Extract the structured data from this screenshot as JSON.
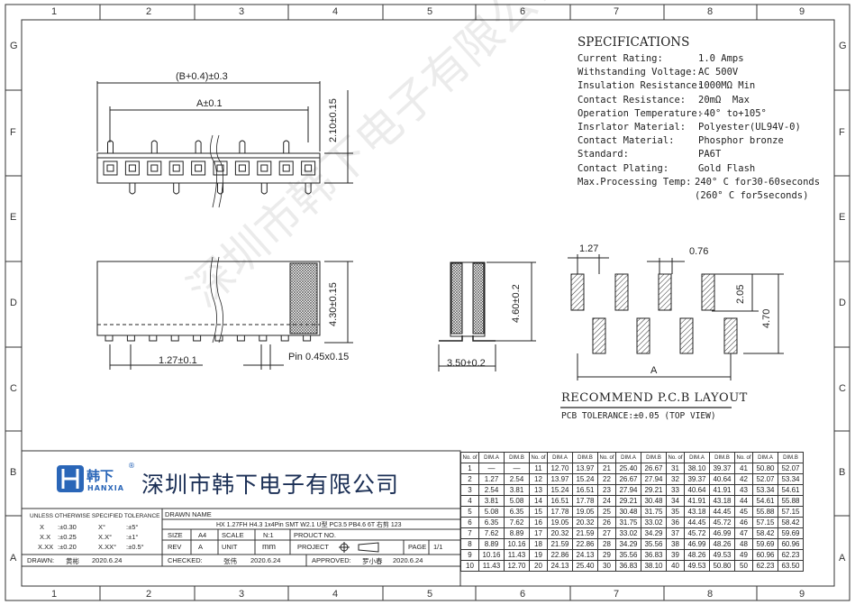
{
  "ruler": {
    "columns": [
      "1",
      "2",
      "3",
      "4",
      "5",
      "6",
      "7",
      "8",
      "9"
    ],
    "rows": [
      "G",
      "F",
      "E",
      "D",
      "C",
      "B",
      "A"
    ]
  },
  "specifications": {
    "title": "SPECIFICATIONS",
    "lines": [
      {
        "label": "Current Rating:",
        "value": "1.0 Amps"
      },
      {
        "label": "Withstanding Voltage:",
        "value": "AC 500V"
      },
      {
        "label": "Insulation Resistance:",
        "value": "1000MΩ Min"
      },
      {
        "label": "Contact Resistance:",
        "value": "20mΩ  Max"
      },
      {
        "label": "Operation Temperature:",
        "value": "-40° to+105°"
      },
      {
        "label": "Insrlator Material:",
        "value": "Polyester(UL94V-0)"
      },
      {
        "label": "Contact Material:",
        "value": "Phosphor bronze"
      },
      {
        "label": "Standard:",
        "value": "PA6T"
      },
      {
        "label": "Contact Plating:",
        "value": "Gold Flash"
      },
      {
        "label": "Max.Processing Temp:",
        "value": "240° C for30-60seconds"
      },
      {
        "label": "",
        "value": "(260° C for5seconds)"
      }
    ]
  },
  "dimensions": {
    "overall_width": "(B+0.4)±0.3",
    "pin_span": "A±0.1",
    "top_height": "2.10±0.15",
    "side_height": "4.30±0.15",
    "pitch": "1.27±0.1",
    "pin": "Pin  0.45x0.15",
    "end_height": "4.60±0.2",
    "end_width": "3.50±0.2"
  },
  "pcb_layout": {
    "pitch_label": "1.27",
    "pad_width_label": "0.76",
    "row_offset_label": "2.05",
    "total_height_label": "4.70",
    "span_label": "A",
    "title": "RECOMMEND P.C.B LAYOUT",
    "tolerance": "PCB TOLERANCE:±0.05 (TOP VIEW)"
  },
  "dim_table": {
    "headers": [
      "No. of",
      "DIM.A",
      "DIM.B"
    ],
    "rows": [
      [
        [
          "1",
          "—",
          "—"
        ],
        [
          "11",
          "12.70",
          "13.97"
        ],
        [
          "21",
          "25.40",
          "26.67"
        ],
        [
          "31",
          "38.10",
          "39.37"
        ],
        [
          "41",
          "50.80",
          "52.07"
        ]
      ],
      [
        [
          "2",
          "1.27",
          "2.54"
        ],
        [
          "12",
          "13.97",
          "15.24"
        ],
        [
          "22",
          "26.67",
          "27.94"
        ],
        [
          "32",
          "39.37",
          "40.64"
        ],
        [
          "42",
          "52.07",
          "53.34"
        ]
      ],
      [
        [
          "3",
          "2.54",
          "3.81"
        ],
        [
          "13",
          "15.24",
          "16.51"
        ],
        [
          "23",
          "27.94",
          "29.21"
        ],
        [
          "33",
          "40.64",
          "41.91"
        ],
        [
          "43",
          "53.34",
          "54.61"
        ]
      ],
      [
        [
          "4",
          "3.81",
          "5.08"
        ],
        [
          "14",
          "16.51",
          "17.78"
        ],
        [
          "24",
          "29.21",
          "30.48"
        ],
        [
          "34",
          "41.91",
          "43.18"
        ],
        [
          "44",
          "54.61",
          "55.88"
        ]
      ],
      [
        [
          "5",
          "5.08",
          "6.35"
        ],
        [
          "15",
          "17.78",
          "19.05"
        ],
        [
          "25",
          "30.48",
          "31.75"
        ],
        [
          "35",
          "43.18",
          "44.45"
        ],
        [
          "45",
          "55.88",
          "57.15"
        ]
      ],
      [
        [
          "6",
          "6.35",
          "7.62"
        ],
        [
          "16",
          "19.05",
          "20.32"
        ],
        [
          "26",
          "31.75",
          "33.02"
        ],
        [
          "36",
          "44.45",
          "45.72"
        ],
        [
          "46",
          "57.15",
          "58.42"
        ]
      ],
      [
        [
          "7",
          "7.62",
          "8.89"
        ],
        [
          "17",
          "20.32",
          "21.59"
        ],
        [
          "27",
          "33.02",
          "34.29"
        ],
        [
          "37",
          "45.72",
          "46.99"
        ],
        [
          "47",
          "58.42",
          "59.69"
        ]
      ],
      [
        [
          "8",
          "8.89",
          "10.16"
        ],
        [
          "18",
          "21.59",
          "22.86"
        ],
        [
          "28",
          "34.29",
          "35.56"
        ],
        [
          "38",
          "46.99",
          "48.26"
        ],
        [
          "48",
          "59.69",
          "60.96"
        ]
      ],
      [
        [
          "9",
          "10.16",
          "11.43"
        ],
        [
          "19",
          "22.86",
          "24.13"
        ],
        [
          "29",
          "35.56",
          "36.83"
        ],
        [
          "39",
          "48.26",
          "49.53"
        ],
        [
          "49",
          "60.96",
          "62.23"
        ]
      ],
      [
        [
          "10",
          "11.43",
          "12.70"
        ],
        [
          "20",
          "24.13",
          "25.40"
        ],
        [
          "30",
          "36.83",
          "38.10"
        ],
        [
          "40",
          "49.53",
          "50.80"
        ],
        [
          "50",
          "62.23",
          "63.50"
        ]
      ]
    ]
  },
  "title_block": {
    "logo_cn": "韩下",
    "logo_en": "HANXIA",
    "logo_mark": "®",
    "company": "深圳市韩下电子有限公司",
    "tol_title": "UNLESS OTHERWISE SPECIFIED TOLERANCE",
    "tol_rows": [
      [
        "X",
        ":±0.30",
        "X°",
        ":±5°"
      ],
      [
        "X.X",
        ":±0.25",
        "X.X°",
        ":±1°"
      ],
      [
        "X.XX",
        ":±0.20",
        "X.XX°",
        ":±0.5°"
      ]
    ],
    "drawn_name_label": "DRAWN NAME",
    "drawn_name": "HX 1.27FH H4.3 1x4Pin SMT W2.1 U型 PC3.5 PB4.6 6T 右剪 123",
    "size_label": "SIZE",
    "size": "A4",
    "scale_label": "SCALE",
    "scale": "N:1",
    "product_no_label": "PROUCT NO.",
    "rev_label": "REV",
    "rev": "A",
    "unit_label": "UNIT",
    "unit": "mm",
    "project_label": "PROJECT",
    "page_label": "PAGE",
    "page": "1/1",
    "drawn_label": "DRAWN:",
    "drawn_by": "黄彬",
    "drawn_date": "2020.6.24",
    "checked_label": "CHECKED:",
    "checked_by": "张伟",
    "checked_date": "2020.6.24",
    "approved_label": "APPROVED:",
    "approved_by": "罗小春",
    "approved_date": "2020.6.24"
  },
  "watermark": "深圳市韩下电子有限公司"
}
